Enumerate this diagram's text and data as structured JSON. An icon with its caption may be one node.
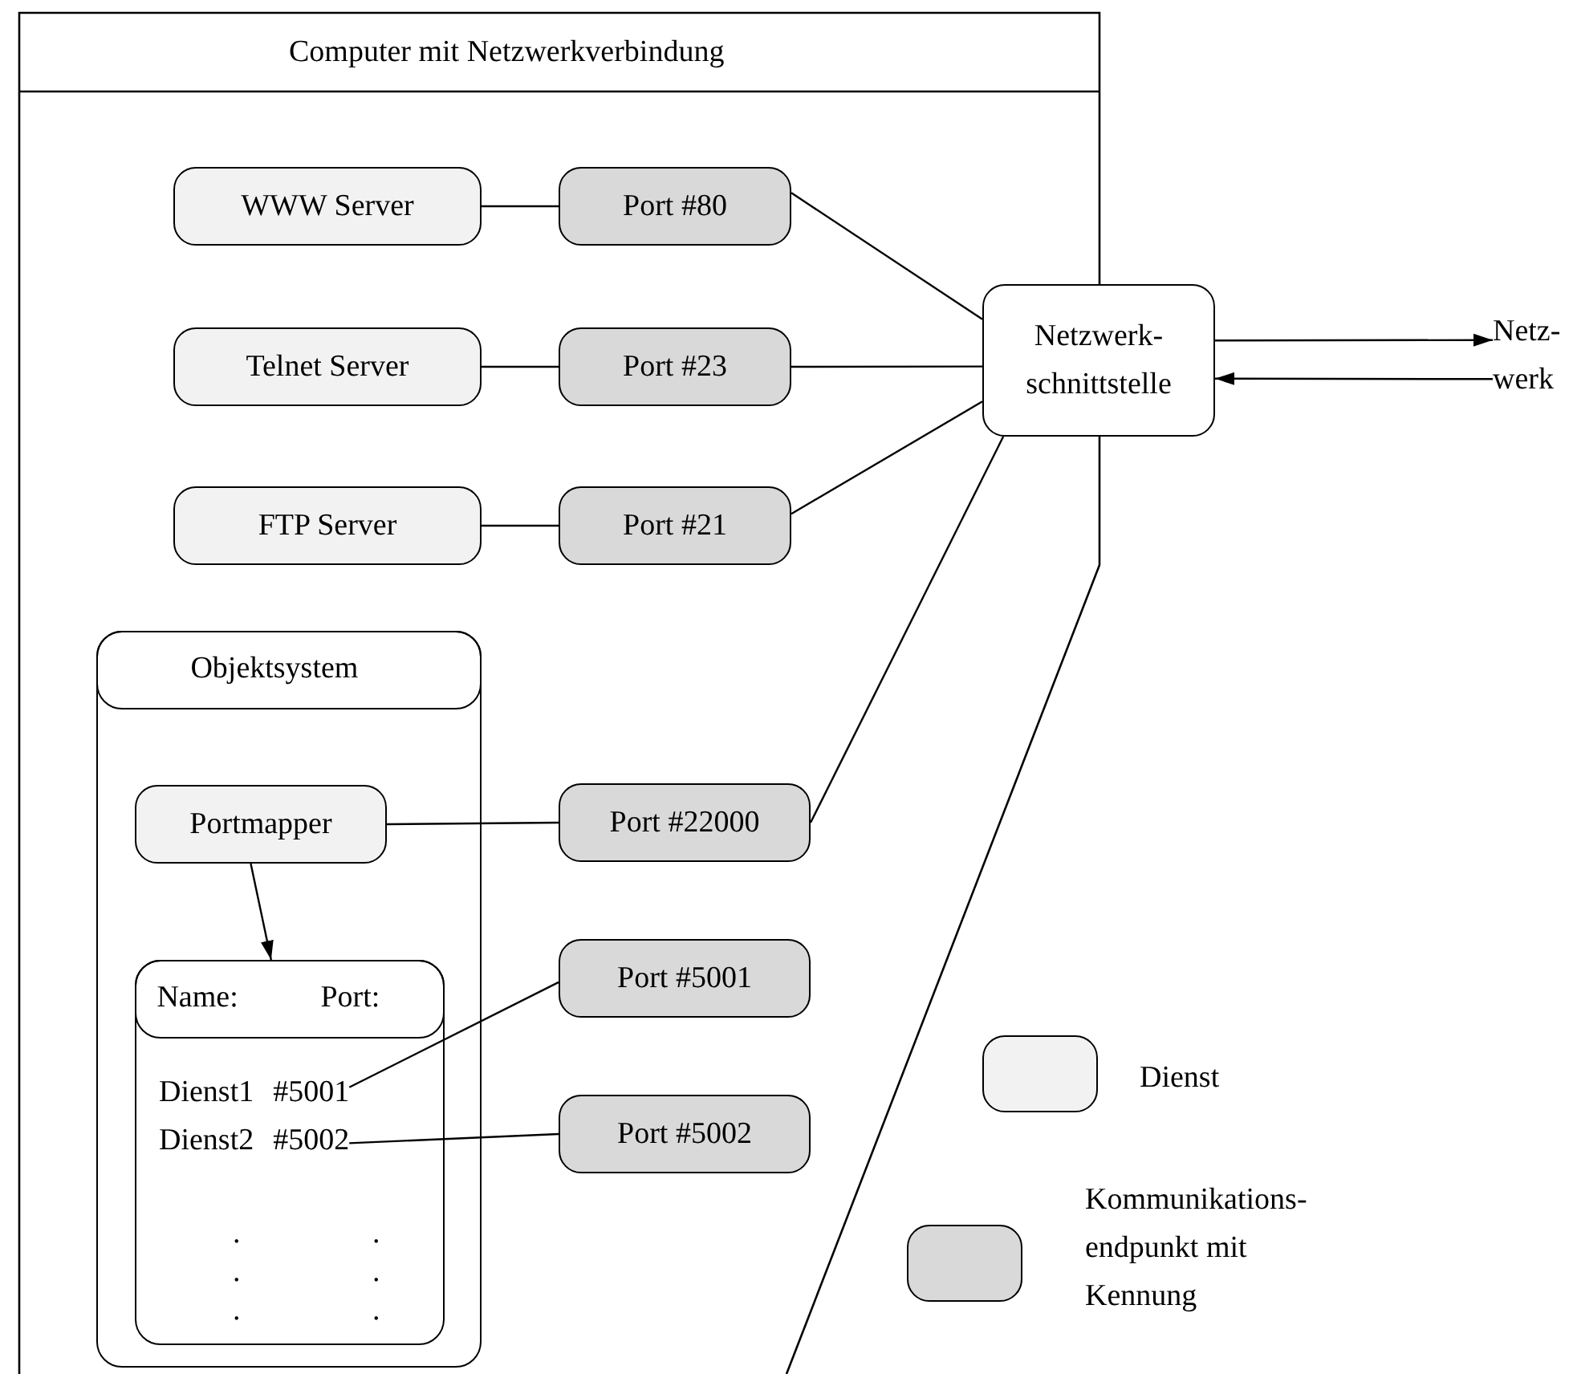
{
  "diagram": {
    "nodes": [
      {
        "text": [
          "Computer mit Netzwerkverbindung"
        ]
      },
      {
        "text": [
          "WWW Server"
        ],
        "in": 0
      },
      {
        "text": [
          "Port #80"
        ],
        "in": 0
      },
      {
        "text": [
          "Telnet Server"
        ],
        "in": 0
      },
      {
        "text": [
          "Port #23"
        ],
        "in": 0
      },
      {
        "text": [
          "FTP Server"
        ],
        "in": 0
      },
      {
        "text": [
          "Port #21"
        ],
        "in": 0
      },
      {
        "text": [
          "Objektsystem"
        ],
        "in": 0
      },
      {
        "text": [
          "Portmapper"
        ],
        "in": 7
      },
      {
        "text": [
          "Port #22000"
        ],
        "in": 0
      },
      {
        "text": [
          "Name:",
          "Port:"
        ],
        "in": 7
      },
      {
        "text": [
          "Dienst1",
          "#5001"
        ],
        "in": 10
      },
      {
        "text": [
          "Dienst2",
          "#5002"
        ],
        "in": 10
      },
      {
        "text": [
          "Port #5001"
        ],
        "in": 0
      },
      {
        "text": [
          "Port #5002"
        ],
        "in": 0
      },
      {
        "text": [
          "Netzwerk- schnittstelle"
        ]
      },
      {
        "text": [
          "Netz- werk"
        ]
      }
    ],
    "edges": [
      {
        "from": 1,
        "to": 2,
        "arrow": "none"
      },
      {
        "from": 3,
        "to": 4,
        "arrow": "none"
      },
      {
        "from": 5,
        "to": 6,
        "arrow": "none"
      },
      {
        "from": 2,
        "to": 15,
        "arrow": "none"
      },
      {
        "from": 4,
        "to": 15,
        "arrow": "none"
      },
      {
        "from": 6,
        "to": 15,
        "arrow": "none"
      },
      {
        "from": 9,
        "to": 15,
        "arrow": "none"
      },
      {
        "from": 8,
        "to": 9,
        "arrow": "none"
      },
      {
        "from": 8,
        "to": 10,
        "arrow": "to"
      },
      {
        "from": 11,
        "to": 13,
        "arrow": "none"
      },
      {
        "from": 12,
        "to": 14,
        "arrow": "none"
      },
      {
        "from": 15,
        "to": 16,
        "arrow": "to"
      },
      {
        "from": 16,
        "to": 15,
        "arrow": "to"
      }
    ],
    "labels": [
      ".",
      ".",
      ".",
      ".",
      ".",
      "."
    ],
    "legend": [
      {
        "text": "Dienst",
        "color": "#f2f2f2"
      },
      {
        "text": "Kommunikations- endpunkt mit Kennung",
        "color": "#d9d9d9"
      }
    ]
  }
}
